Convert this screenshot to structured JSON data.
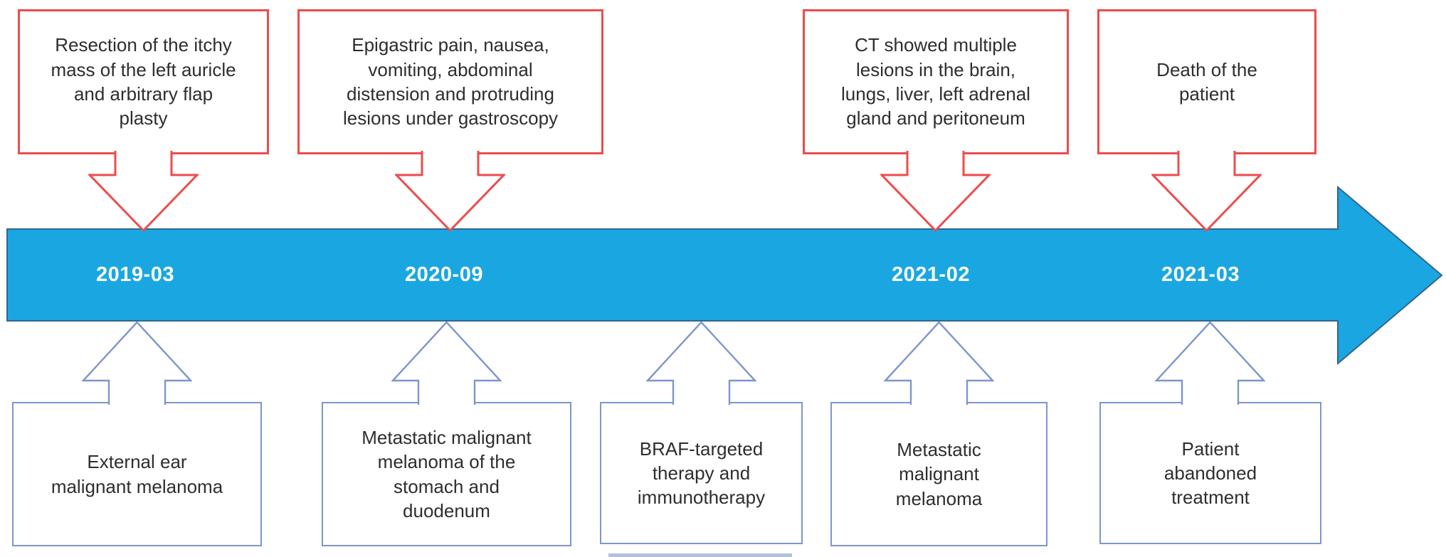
{
  "figure": {
    "title": "Patient disease course timeline",
    "type": "timeline-diagram"
  },
  "colors": {
    "top_event_outline": "#ed4c4c",
    "timeline_band": "#1aa7e1",
    "timeline_band_edge": "#33658f",
    "bottom_event_outline": "#7e96cc",
    "text": "#2e2e2e",
    "date_text": "#ffffff"
  },
  "dates": [
    "2019-03",
    "2020-09",
    "2021-02",
    "2021-03"
  ],
  "top_events": [
    {
      "lines": [
        "Resection of the itchy",
        "mass of the left auricle",
        "and arbitrary flap",
        "plasty"
      ]
    },
    {
      "lines": [
        "Epigastric pain, nausea,",
        "vomiting, abdominal",
        "distension and protruding",
        "lesions under gastroscopy"
      ]
    },
    {
      "lines": [
        "CT showed multiple",
        "lesions in the brain,",
        "lungs, liver, left adrenal",
        "gland and peritoneum"
      ]
    },
    {
      "lines": [
        "Death of the",
        "patient"
      ]
    }
  ],
  "bottom_events": [
    {
      "lines": [
        "External ear",
        "malignant melanoma"
      ]
    },
    {
      "lines": [
        "Metastatic malignant",
        "melanoma of the",
        "stomach and",
        "duodenum"
      ]
    },
    {
      "lines": [
        "BRAF-targeted",
        "therapy and",
        "immunotherapy"
      ]
    },
    {
      "lines": [
        "Metastatic",
        "malignant",
        "melanoma"
      ]
    },
    {
      "lines": [
        "Patient",
        "abandoned",
        "treatment"
      ]
    }
  ]
}
